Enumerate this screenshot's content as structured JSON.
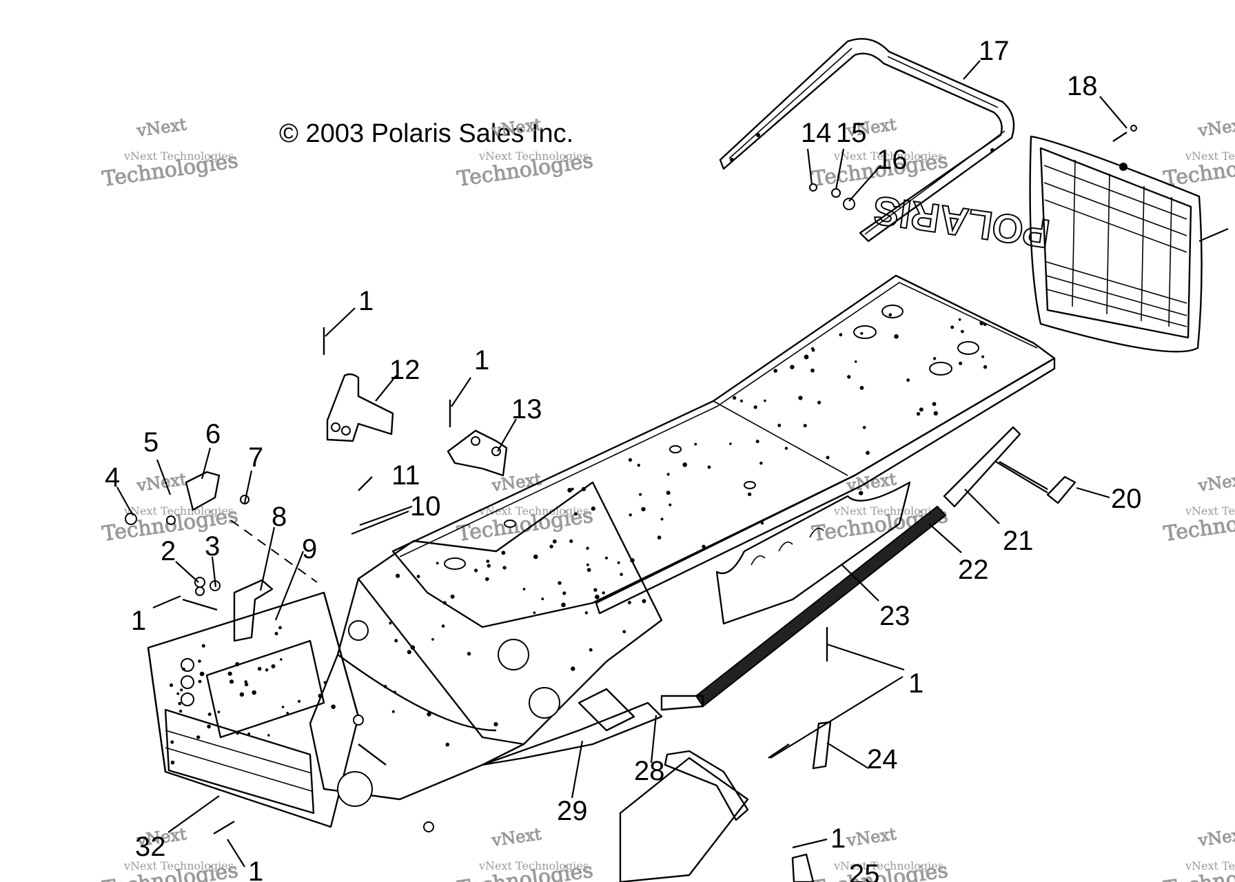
{
  "diagram": {
    "copyright": "© 2003 Polaris Sales Inc.",
    "watermark": {
      "line1": "vNext",
      "line2": "vNext Technologies",
      "line3": "Technologies"
    },
    "grille_text": "POLARIS",
    "callouts": [
      {
        "id": "c1a",
        "text": "1"
      },
      {
        "id": "c1b",
        "text": "1"
      },
      {
        "id": "c1c",
        "text": "1"
      },
      {
        "id": "c1d",
        "text": "1"
      },
      {
        "id": "c1e",
        "text": "1"
      },
      {
        "id": "c1f",
        "text": "1"
      },
      {
        "id": "c2",
        "text": "2"
      },
      {
        "id": "c3",
        "text": "3"
      },
      {
        "id": "c4",
        "text": "4"
      },
      {
        "id": "c5",
        "text": "5"
      },
      {
        "id": "c6",
        "text": "6"
      },
      {
        "id": "c7",
        "text": "7"
      },
      {
        "id": "c8",
        "text": "8"
      },
      {
        "id": "c9",
        "text": "9"
      },
      {
        "id": "c10",
        "text": "10"
      },
      {
        "id": "c11",
        "text": "11"
      },
      {
        "id": "c12",
        "text": "12"
      },
      {
        "id": "c13",
        "text": "13"
      },
      {
        "id": "c14",
        "text": "14"
      },
      {
        "id": "c15",
        "text": "15"
      },
      {
        "id": "c16",
        "text": "16"
      },
      {
        "id": "c17",
        "text": "17"
      },
      {
        "id": "c18",
        "text": "18"
      },
      {
        "id": "c20",
        "text": "20"
      },
      {
        "id": "c21",
        "text": "21"
      },
      {
        "id": "c22",
        "text": "22"
      },
      {
        "id": "c23",
        "text": "23"
      },
      {
        "id": "c24",
        "text": "24"
      },
      {
        "id": "c25",
        "text": "25"
      },
      {
        "id": "c28",
        "text": "28"
      },
      {
        "id": "c29",
        "text": "29"
      },
      {
        "id": "c32",
        "text": "32"
      }
    ]
  }
}
